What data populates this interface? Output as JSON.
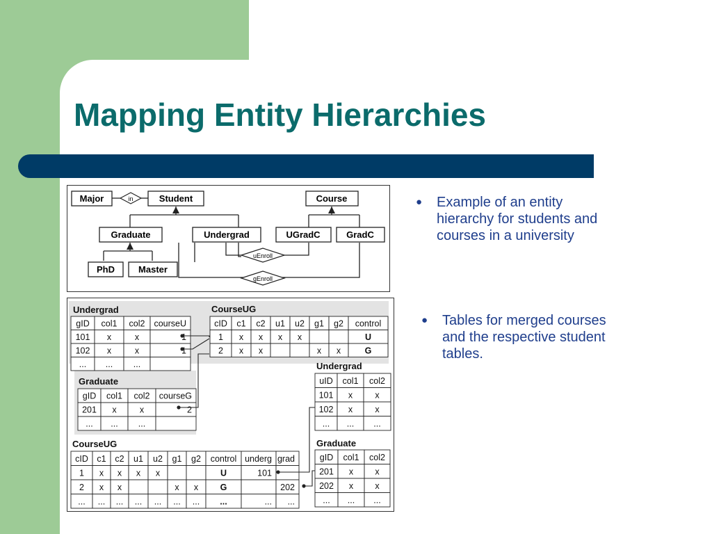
{
  "slide": {
    "title": "Mapping Entity Hierarchies",
    "bullets": [
      {
        "lines": [
          "Example of an entity",
          "hierarchy for students and",
          "courses in a university"
        ]
      },
      {
        "lines": [
          "Tables for merged courses",
          "and the respective student",
          "tables."
        ]
      }
    ]
  },
  "er_diagram": {
    "major": "Major",
    "in": "in",
    "student": "Student",
    "course": "Course",
    "graduate": "Graduate",
    "undergrad": "Undergrad",
    "ugradc": "UGradC",
    "gradc": "GradC",
    "phd": "PhD",
    "master": "Master",
    "uenroll": "uEnroll",
    "genroll": "gEnroll"
  },
  "tables": {
    "undergrad_a": {
      "title": "Undergrad",
      "headers": [
        "gID",
        "col1",
        "col2",
        "courseU"
      ],
      "rows": [
        [
          "101",
          "x",
          "x",
          "1"
        ],
        [
          "102",
          "x",
          "x",
          "1"
        ],
        [
          "...",
          "...",
          "...",
          ""
        ]
      ]
    },
    "courseug_a": {
      "title": "CourseUG",
      "headers": [
        "cID",
        "c1",
        "c2",
        "u1",
        "u2",
        "g1",
        "g2",
        "control"
      ],
      "rows": [
        [
          "1",
          "x",
          "x",
          "x",
          "x",
          "",
          "",
          "U"
        ],
        [
          "2",
          "x",
          "x",
          "",
          "",
          "x",
          "x",
          "G"
        ]
      ]
    },
    "graduate_a": {
      "title": "Graduate",
      "headers": [
        "gID",
        "col1",
        "col2",
        "courseG"
      ],
      "rows": [
        [
          "201",
          "x",
          "x",
          "2"
        ],
        [
          "...",
          "...",
          "...",
          ""
        ]
      ]
    },
    "undergrad_b": {
      "title": "Undergrad",
      "headers": [
        "uID",
        "col1",
        "col2"
      ],
      "rows": [
        [
          "101",
          "x",
          "x"
        ],
        [
          "102",
          "x",
          "x"
        ],
        [
          "...",
          "...",
          "..."
        ]
      ]
    },
    "courseug_b": {
      "title": "CourseUG",
      "headers": [
        "cID",
        "c1",
        "c2",
        "u1",
        "u2",
        "g1",
        "g2",
        "control",
        "underg",
        "grad"
      ],
      "rows": [
        [
          "1",
          "x",
          "x",
          "x",
          "x",
          "",
          "",
          "U",
          "101",
          ""
        ],
        [
          "2",
          "x",
          "x",
          "",
          "",
          "x",
          "x",
          "G",
          "",
          "202"
        ],
        [
          "...",
          "...",
          "...",
          "...",
          "...",
          "...",
          "...",
          "...",
          "...",
          "..."
        ]
      ]
    },
    "graduate_b": {
      "title": "Graduate",
      "headers": [
        "gID",
        "col1",
        "col2"
      ],
      "rows": [
        [
          "201",
          "x",
          "x"
        ],
        [
          "202",
          "x",
          "x"
        ],
        [
          "...",
          "...",
          "..."
        ]
      ]
    }
  }
}
